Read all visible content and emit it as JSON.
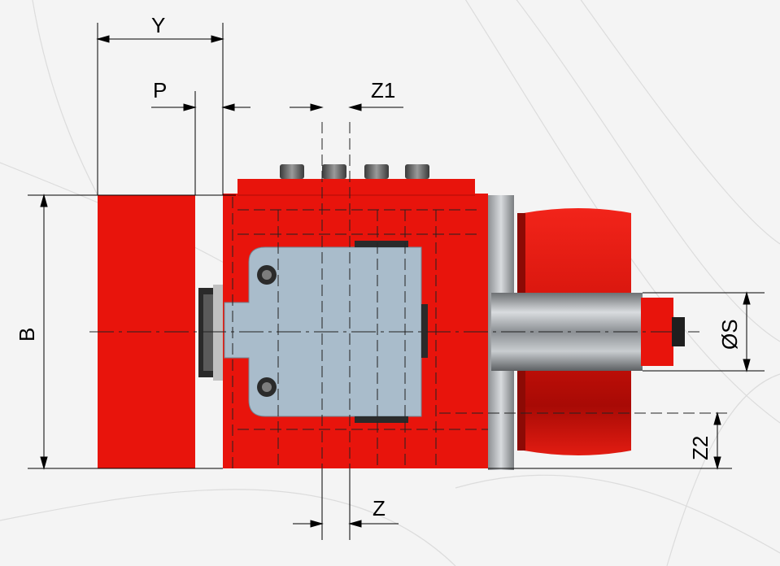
{
  "labels": {
    "y": "Y",
    "p": "P",
    "z1": "Z1",
    "b": "B",
    "s": "ØS",
    "z2": "Z2",
    "z": "Z"
  },
  "colors": {
    "background": "#f4f4f4",
    "block_red": "#e8140c",
    "block_red_dark": "#b00c06",
    "jaw_blue": "#a9bccb",
    "steel": "#9a9da0",
    "dim_line": "#000000"
  }
}
